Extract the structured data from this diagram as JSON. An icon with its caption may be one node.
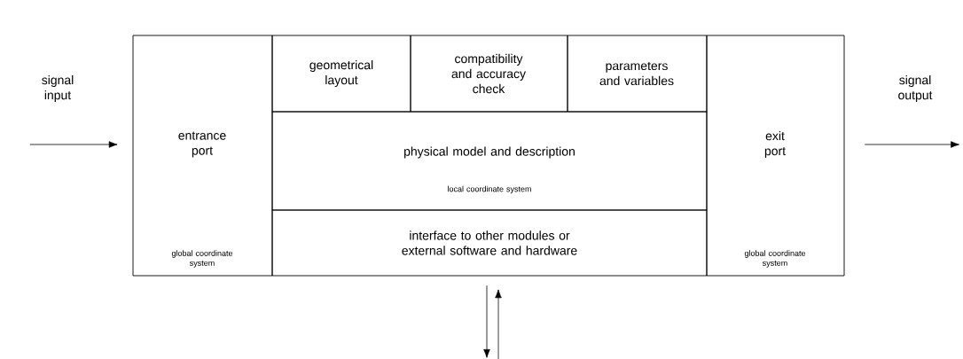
{
  "diagram": {
    "nodes": [
      {
        "text": [
          "signal input"
        ]
      },
      {
        "text": [
          "entrance port",
          "global coordinate system"
        ]
      },
      {
        "text": [
          "geometrical layout"
        ]
      },
      {
        "text": [
          "compatibility and accuracy check"
        ]
      },
      {
        "text": [
          "parameters and variables"
        ]
      },
      {
        "text": [
          "physical model and description",
          "local coordinate system"
        ]
      },
      {
        "text": [
          "interface to other modules or external software and hardware"
        ]
      },
      {
        "text": [
          "exit port",
          "global coordinate system"
        ]
      },
      {
        "text": [
          "signal output"
        ]
      }
    ],
    "edges": [
      {
        "from": 0,
        "to": 1,
        "arrow": "to"
      },
      {
        "from": 7,
        "to": 8,
        "arrow": "to"
      },
      {
        "from": 6,
        "to": null,
        "arrow": "to"
      },
      {
        "from": null,
        "to": 6,
        "arrow": "to"
      }
    ]
  }
}
